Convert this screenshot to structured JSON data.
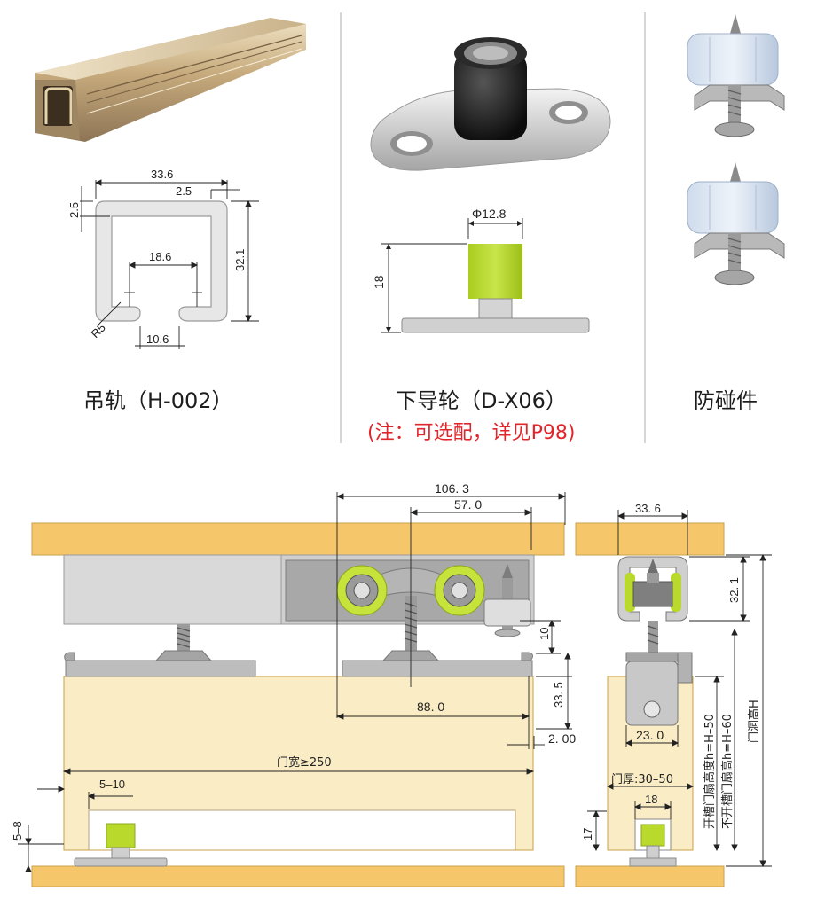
{
  "products": {
    "rail": {
      "caption": "吊轨（H-002）",
      "dims": {
        "width": "33.6",
        "lip_right": "2.5",
        "lip_left": "2.5",
        "height": "32.1",
        "inner": "18.6",
        "radius": "R5",
        "slot": "10.6"
      }
    },
    "guide": {
      "caption": "下导轮（D-X06）",
      "note": "(注：可选配，详见P98)",
      "dims": {
        "diameter": "Φ12.8",
        "height": "18"
      }
    },
    "bumper": {
      "caption": "防碰件"
    }
  },
  "assembly": {
    "front": {
      "d_total": "106. 3",
      "d_axle": "57. 0",
      "d_gap": "10",
      "d_drop": "33. 5",
      "d_offset": "88. 0",
      "d_edge": "2. 00",
      "door_width": "门宽≥250",
      "d_margin": "5–10",
      "d_bottom": "5–8"
    },
    "side": {
      "d_rail_w": "33. 6",
      "d_rail_h": "32. 1",
      "d_bracket": "23. 0",
      "door_thick": "门厚:30–50",
      "d_guide_w": "18",
      "d_guide_h": "17",
      "label_open": "开槽门扇高度h=H–50",
      "label_closed": "不开槽门扇高h=H–60",
      "label_hole": "门洞高H"
    }
  },
  "colors": {
    "wood": "#f6c76a",
    "door": "#faecc4",
    "steel": "#c8c8c8",
    "accent": "#b3d62a",
    "note_red": "#e0262b"
  }
}
